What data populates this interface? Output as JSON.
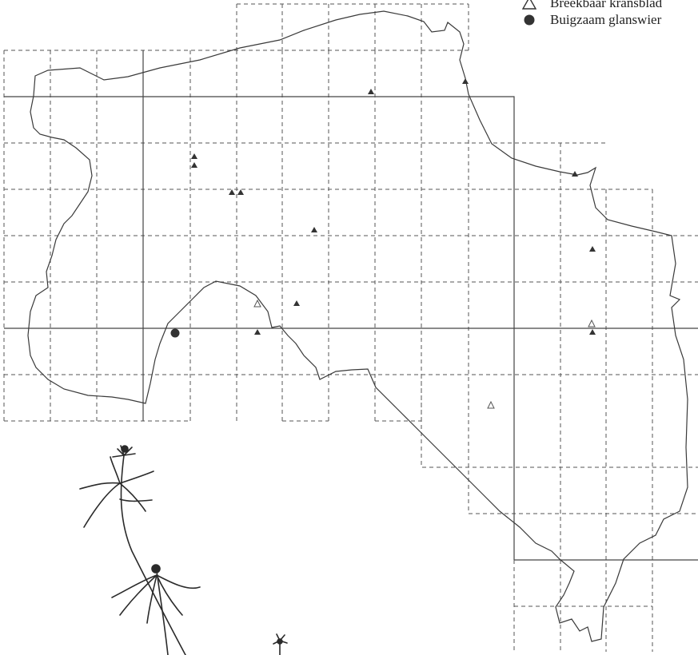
{
  "legend": {
    "items": [
      {
        "symbol": "open-triangle-icon",
        "label": "Breekbaar kransblad"
      },
      {
        "symbol": "filled-circle-icon",
        "label": "Buigzaam glanswier"
      }
    ]
  },
  "colors": {
    "ink": "#3a3a3a",
    "grid": "#555555",
    "marker_fill": "#333333",
    "background": "#ffffff"
  },
  "markers": {
    "legend_note": "filled triangles are also plotted on the map; they have no legend entry"
  }
}
